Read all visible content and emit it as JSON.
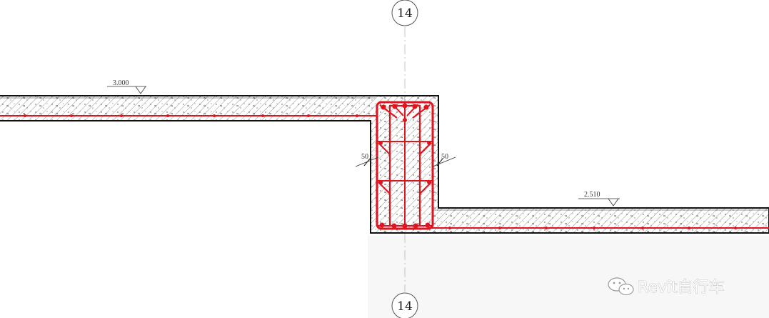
{
  "grid": {
    "axis_label_top": "14",
    "axis_label_bottom": "14"
  },
  "elevations": {
    "upper": "3.000",
    "lower": "2.510"
  },
  "dimensions": {
    "left": "50",
    "right": "50"
  },
  "watermark": {
    "text": "Revit自行车",
    "icon": "wechat-icon"
  },
  "colors": {
    "rebar": "#e0141e",
    "concrete_outline": "#111111",
    "hatch": "#555555",
    "grid_line": "#9a9a9a"
  }
}
